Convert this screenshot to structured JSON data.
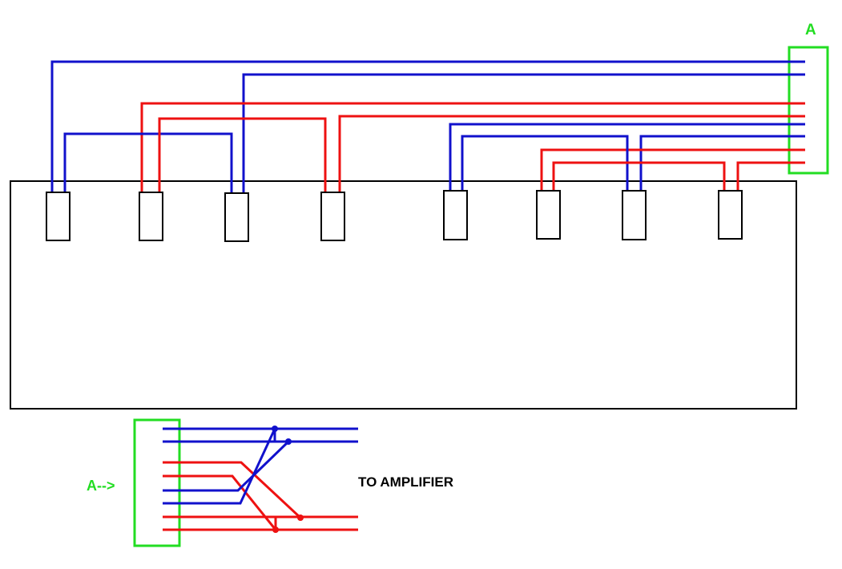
{
  "colors": {
    "positive": "#ee1111",
    "negative": "#1111cc",
    "connector": "#22dd22",
    "outline": "#000000",
    "background": "#ffffff"
  },
  "labels": {
    "connector_top": "A",
    "connector_bottom": "A-->",
    "output": "TO AMPLIFIER"
  },
  "speakers": [
    {
      "id": 1,
      "terminal": "+",
      "polarity": "negative"
    },
    {
      "id": 2,
      "terminal": "+",
      "polarity": "positive"
    },
    {
      "id": 3,
      "terminal": "+",
      "polarity": "negative"
    },
    {
      "id": 4,
      "terminal": "+",
      "polarity": "positive"
    },
    {
      "id": 5,
      "terminal": "+",
      "polarity": "negative"
    },
    {
      "id": 6,
      "terminal": "+",
      "polarity": "positive"
    },
    {
      "id": 7,
      "terminal": "+",
      "polarity": "negative"
    },
    {
      "id": 8,
      "terminal": "+",
      "polarity": "positive"
    }
  ],
  "connector_a_terminals": [
    {
      "symbol": "+",
      "polarity": "negative"
    },
    {
      "symbol": "+",
      "polarity": "positive"
    },
    {
      "symbol": "+",
      "polarity": "negative"
    },
    {
      "symbol": "+",
      "polarity": "positive"
    }
  ],
  "connector_a_bottom_terminals": [
    {
      "symbol": "+",
      "polarity": "negative"
    },
    {
      "symbol": "+",
      "polarity": "positive"
    },
    {
      "symbol": "+",
      "polarity": "negative"
    },
    {
      "symbol": "+",
      "polarity": "positive"
    }
  ],
  "amplifier_terminals": [
    {
      "symbol": "+",
      "polarity": "negative"
    },
    {
      "symbol": "+",
      "polarity": "positive"
    }
  ]
}
